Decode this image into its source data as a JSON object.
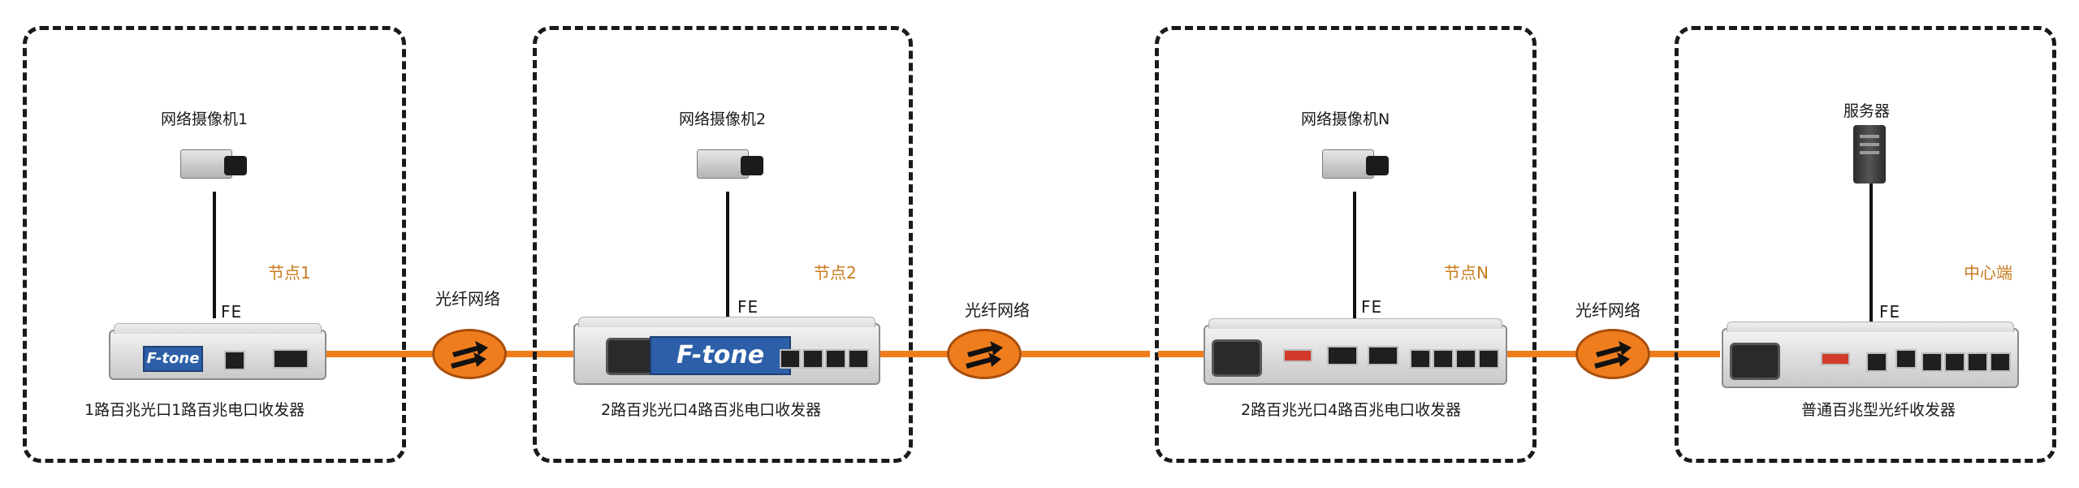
{
  "nodes": [
    {
      "camera": "网络摄像机1",
      "node_label": "节点1",
      "fe": "FE",
      "device": "1路百兆光口1路百兆电口收发器",
      "brand": "F-tone"
    },
    {
      "camera": "网络摄像机2",
      "node_label": "节点2",
      "fe": "FE",
      "device": "2路百兆光口4路百兆电口收发器",
      "brand": "F-tone"
    },
    {
      "camera": "网络摄像机N",
      "node_label": "节点N",
      "fe": "FE",
      "device": "2路百兆光口4路百兆电口收发器"
    },
    {
      "server": "服务器",
      "node_label": "中心端",
      "fe": "FE",
      "device": "普通百兆型光纤收发器"
    }
  ],
  "networks": [
    "光纤网络",
    "光纤网络",
    "光纤网络"
  ],
  "colors": {
    "fiber": "#ef7d1e",
    "node_label": "#c87a1e",
    "border": "#1a1a1a",
    "brand": "#2d5fa8"
  }
}
